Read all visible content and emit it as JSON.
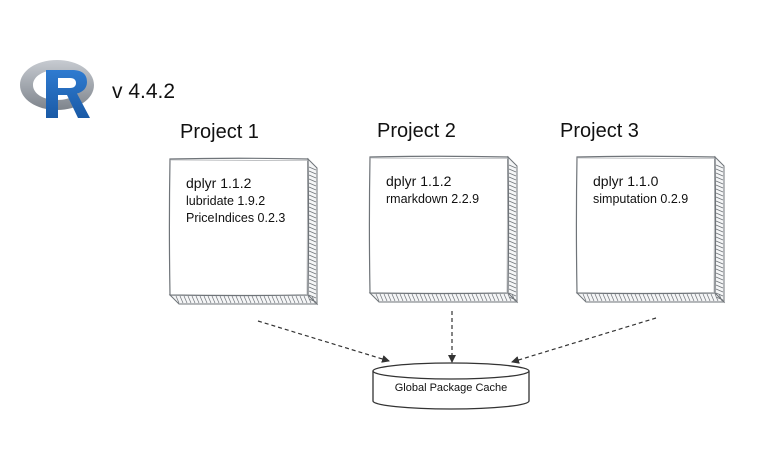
{
  "r_version": "v 4.4.2",
  "logo_icon": "r-logo-icon",
  "colors": {
    "r_blue": "#2166b3",
    "r_ring": "#9aa0a8",
    "sketch_line": "#6f7479",
    "arrow": "#333333"
  },
  "projects": [
    {
      "title": "Project 1",
      "packages": [
        "dplyr 1.1.2",
        "lubridate 1.9.2",
        "PriceIndices 0.2.3"
      ]
    },
    {
      "title": "Project 2",
      "packages": [
        "dplyr 1.1.2",
        "rmarkdown 2.2.9"
      ]
    },
    {
      "title": "Project 3",
      "packages": [
        "dplyr 1.1.0",
        "simputation 0.2.9"
      ]
    }
  ],
  "cache": {
    "label": "Global Package Cache"
  }
}
